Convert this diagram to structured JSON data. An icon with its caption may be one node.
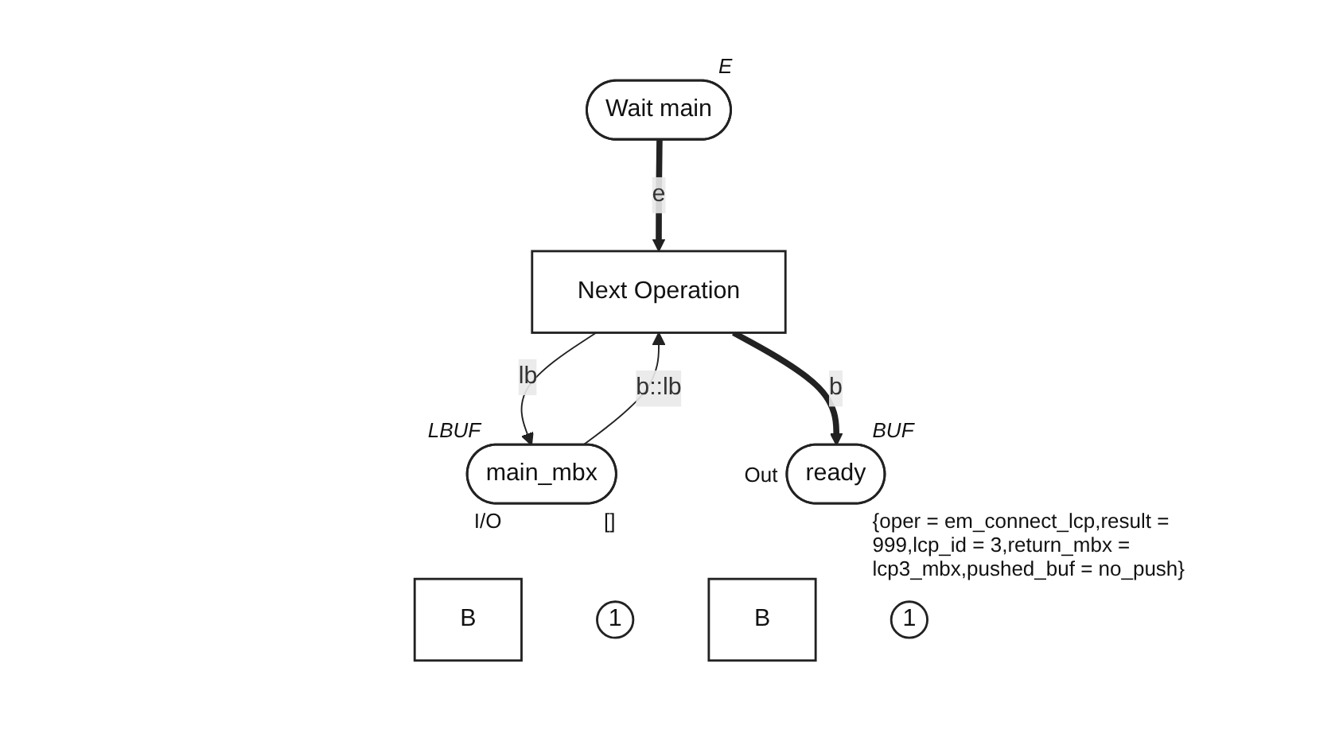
{
  "diagram": {
    "nodes": [
      {
        "text": [
          "Wait main"
        ],
        "beside": [
          "E"
        ]
      },
      {
        "text": [
          "main_mbx"
        ],
        "beside": [
          "LBUF",
          "I/O",
          "[]"
        ]
      },
      {
        "text": [
          "Next Operation"
        ]
      },
      {
        "text": [
          "ready"
        ],
        "beside": [
          "BUF",
          "Out",
          "{oper = em_connect_lcp,result = 999,lcp_id = 3,return_mbx = lcp3_mbx,pushed_buf = no_push}"
        ]
      },
      {
        "text": [
          "B"
        ]
      },
      {
        "text": [
          "1"
        ]
      },
      {
        "text": [
          "B"
        ]
      },
      {
        "text": [
          "1"
        ]
      }
    ],
    "edges": [
      {
        "from": 0,
        "to": 2,
        "arrow": "to",
        "label": "e",
        "style": "thick"
      },
      {
        "from": 1,
        "to": 2,
        "arrow": "to",
        "label": "b::lb"
      },
      {
        "from": 2,
        "to": 1,
        "arrow": "to",
        "label": "lb"
      },
      {
        "from": 2,
        "to": 3,
        "arrow": "to",
        "label": "b",
        "style": "thick"
      }
    ]
  }
}
